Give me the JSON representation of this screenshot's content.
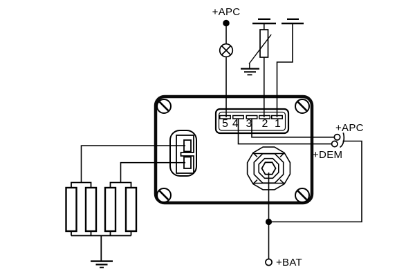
{
  "diagram": {
    "kind": "glow-plug relay wiring diagram",
    "background_color": "#ffffff",
    "line_color": "#000000"
  },
  "labels": {
    "apc_top": "+APC",
    "apc_switch": "+APC",
    "dem": "+DEM",
    "bat": "+BAT"
  },
  "connector": {
    "pins": [
      "5",
      "4",
      "3",
      "2",
      "1"
    ]
  },
  "components": {
    "icons": [
      "indicator-lamp-icon",
      "temperature-sensor-icon",
      "ground-icon-top-left",
      "ground-icon-top-right",
      "ground-icon-sensor",
      "ground-icon-glow-plugs",
      "relay-housing",
      "screw-icon",
      "five-pin-connector",
      "two-pin-connector",
      "power-stud-terminal",
      "glow-plug",
      "ignition-switch-icon",
      "battery-terminal",
      "junction-dot"
    ]
  }
}
